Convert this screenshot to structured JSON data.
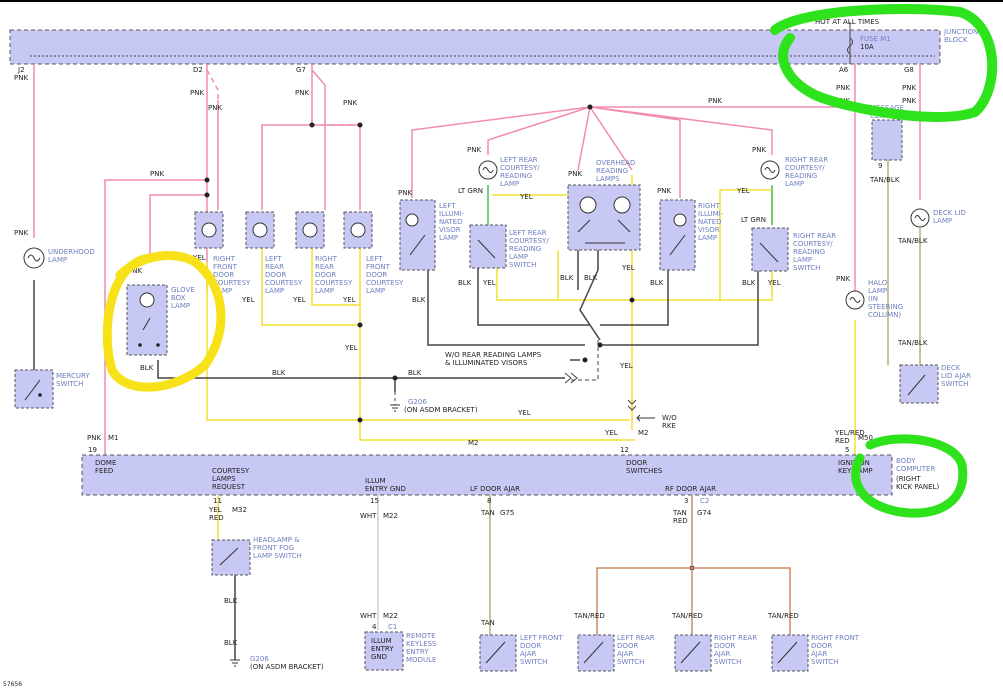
{
  "junction": {
    "hot": "HOT AT ALL TIMES",
    "fuse": "FUSE M1",
    "fuse_rating": "10A",
    "block_l1": "JUNCTION",
    "block_l2": "BLOCK",
    "j2": "J2",
    "d2": "D2",
    "g7": "G7",
    "a6": "A6",
    "g8": "G8"
  },
  "wires": {
    "pnk": "PNK",
    "yel": "YEL",
    "blk": "BLK",
    "tan": "TAN",
    "wht": "WHT",
    "ltgrn": "LT GRN",
    "tan_blk": "TAN/BLK",
    "tan_red": "TAN/RED",
    "yel_red": "YEL/RED"
  },
  "labels": {
    "underhood": [
      "UNDERHOOD",
      "LAMP"
    ],
    "mercury": [
      "MERCURY",
      "SWITCH"
    ],
    "glovebox": [
      "GLOVE",
      "BOX",
      "LAMP"
    ],
    "rf_courtesy": [
      "RIGHT",
      "FRONT",
      "DOOR",
      "COURTESY",
      "LAMP"
    ],
    "lr_courtesy": [
      "LEFT",
      "REAR",
      "DOOR",
      "COURTESY",
      "LAMP"
    ],
    "rr_courtesy": [
      "RIGHT",
      "REAR",
      "DOOR",
      "COURTESY",
      "LAMP"
    ],
    "lf_courtesy": [
      "LEFT",
      "FRONT",
      "DOOR",
      "COURTESY",
      "LAMP"
    ],
    "left_visor": [
      "LEFT",
      "ILLUMI-",
      "NATED",
      "VISOR",
      "LAMP"
    ],
    "lr_reading": [
      "LEFT REAR",
      "COURTESY/",
      "READING",
      "LAMP"
    ],
    "lr_reading_sw": [
      "LEFT REAR",
      "COURTESY/",
      "READING",
      "LAMP",
      "SWITCH"
    ],
    "overhead": [
      "OVERHEAD",
      "READING",
      "LAMPS"
    ],
    "right_visor": [
      "RIGHT",
      "ILLUMI-",
      "NATED",
      "VISOR",
      "LAMP"
    ],
    "rr_reading": [
      "RIGHT REAR",
      "COURTESY/",
      "READING",
      "LAMP"
    ],
    "rr_reading_sw": [
      "RIGHT REAR",
      "COURTESY/",
      "READING",
      "LAMP",
      "SWITCH"
    ],
    "message": [
      "MESSAGE",
      "CENTER"
    ],
    "decklid_lamp": [
      "DECK LID",
      "LAMP"
    ],
    "halo": [
      "HALO",
      "LAMP",
      "(IN",
      "STEERING",
      "COLUMN)"
    ],
    "decklid_sw": [
      "DECK",
      "LID AJAR",
      "SWITCH"
    ],
    "wo_reading": [
      "W/O REAR READING LAMPS",
      "& ILLUMINATED VISORS"
    ],
    "g206_a": [
      "G206",
      "(ON ASDM BRACKET)"
    ],
    "wo_rke": [
      "W/O",
      "RKE"
    ],
    "body_computer": [
      "BODY",
      "COMPUTER",
      "(RIGHT",
      "KICK PANEL)"
    ],
    "dome": [
      "DOME",
      "FEED"
    ],
    "courtesy_req": [
      "COURTESY",
      "LAMPS",
      "REQUEST"
    ],
    "illum_gnd": [
      "ILLUM",
      "ENTRY GND"
    ],
    "lf_ajar": "LF DOOR AJAR",
    "rf_ajar": "RF DOOR AJAR",
    "door_switches": [
      "DOOR",
      "SWITCHES"
    ],
    "ignition": [
      "IGNITION",
      "KEY LAMP"
    ],
    "headlamp_sw": [
      "HEADLAMP &",
      "FRONT FOG",
      "LAMP SWITCH"
    ],
    "keyless": [
      "REMOTE",
      "KEYLESS",
      "ENTRY",
      "MODULE"
    ],
    "illum_entry_box": [
      "ILLUM",
      "ENTRY",
      "GND"
    ],
    "lf_door_sw": [
      "LEFT FRONT",
      "DOOR",
      "AJAR",
      "SWITCH"
    ],
    "lr_door_sw": [
      "LEFT REAR",
      "DOOR",
      "AJAR",
      "SWITCH"
    ],
    "rr_door_sw": [
      "RIGHT REAR",
      "DOOR",
      "AJAR",
      "SWITCH"
    ],
    "rf_door_sw": [
      "RIGHT FRONT",
      "DOOR",
      "AJAR",
      "SWITCH"
    ],
    "g206_b": [
      "G206",
      "(ON ASDM BRACKET)"
    ],
    "fig": "57656"
  },
  "circuits": {
    "m1": "M1",
    "m2": "M2",
    "m32": "M32",
    "m22": "M22",
    "g75": "G75",
    "g74": "G74",
    "m50": "M50",
    "p19": "19",
    "p11": "11",
    "p15": "15",
    "p8": "8",
    "p3": "3",
    "p12": "12",
    "p5": "5",
    "p9": "9",
    "p4": "4",
    "c1": "C1",
    "c2": "C2"
  },
  "highlight_colors": {
    "yellow": "#f7e21a",
    "green": "#2ee21c"
  }
}
